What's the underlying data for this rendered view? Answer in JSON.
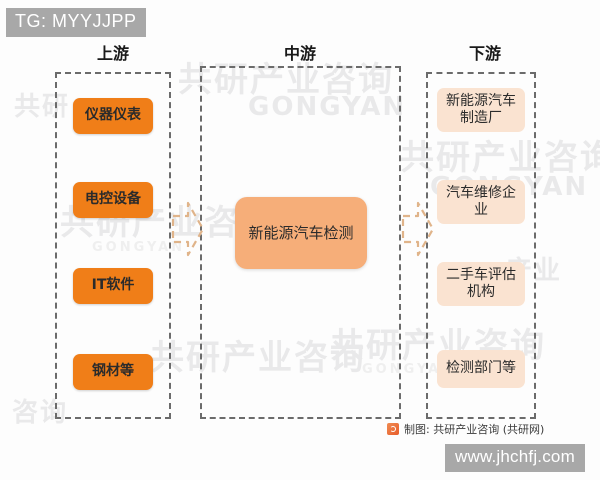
{
  "tag": {
    "label": "TG: MYYJJPP"
  },
  "diagram": {
    "title_upstream": "上游",
    "title_midstream": "中游",
    "title_downstream": "下游",
    "upstream_nodes": [
      {
        "label": "仪器仪表"
      },
      {
        "label": "电控设备"
      },
      {
        "label": "IT软件"
      },
      {
        "label": "钢材等"
      }
    ],
    "midstream_nodes": [
      {
        "label": "新能源汽车检测"
      }
    ],
    "downstream_nodes": [
      {
        "label": "新能源汽车制造厂"
      },
      {
        "label": "汽车维修企业"
      },
      {
        "label": "二手车评估机构"
      },
      {
        "label": "检测部门等"
      }
    ],
    "arrows": [
      {
        "name": "upstream-to-midstream",
        "direction": "right"
      },
      {
        "name": "midstream-to-downstream",
        "direction": "right"
      }
    ]
  },
  "footer": {
    "credit": "制图: 共研产业咨询 (共研网)",
    "logo_icon": "gongyan-logo-icon"
  },
  "watermark": {
    "url": "www.jhchfj.com",
    "background_texts": [
      "共研",
      "产业",
      "咨询",
      "共研网",
      "共研产业咨询",
      "GONGYAN"
    ]
  },
  "colors": {
    "upstream_box": "#f07e18",
    "midstream_box": "#f6ae79",
    "downstream_box": "#fae3d1",
    "frame_dash": "#6b6b6b",
    "arrow_outline": "#e0b48a",
    "tag_background": "#a8a8a8",
    "page_background": "#fdfdfd"
  }
}
